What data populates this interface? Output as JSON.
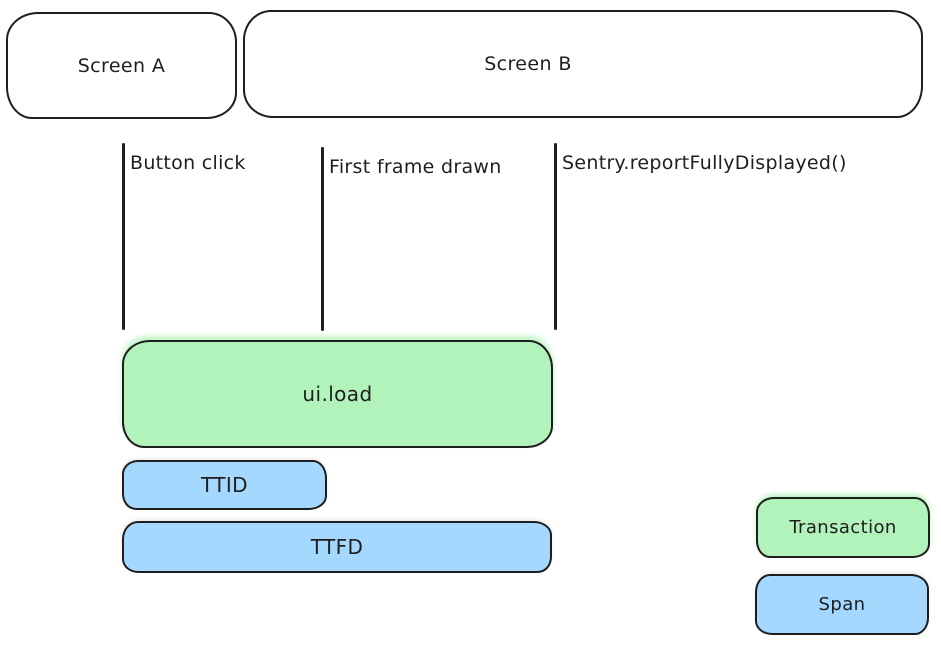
{
  "colors": {
    "transaction_fill": "#b2f2bb",
    "span_fill": "#a5d8ff",
    "stroke": "#1e1e1e",
    "canvas_bg": "#ffffff"
  },
  "screens": [
    {
      "label": "Screen A"
    },
    {
      "label": "Screen B"
    }
  ],
  "events": [
    {
      "label": "Button click"
    },
    {
      "label": "First frame drawn"
    },
    {
      "label": "Sentry.reportFullyDisplayed()"
    }
  ],
  "bars": [
    {
      "label": "ui.load",
      "type": "transaction"
    },
    {
      "label": "TTID",
      "type": "span"
    },
    {
      "label": "TTFD",
      "type": "span"
    }
  ],
  "legend": [
    {
      "label": "Transaction",
      "type": "transaction"
    },
    {
      "label": "Span",
      "type": "span"
    }
  ]
}
